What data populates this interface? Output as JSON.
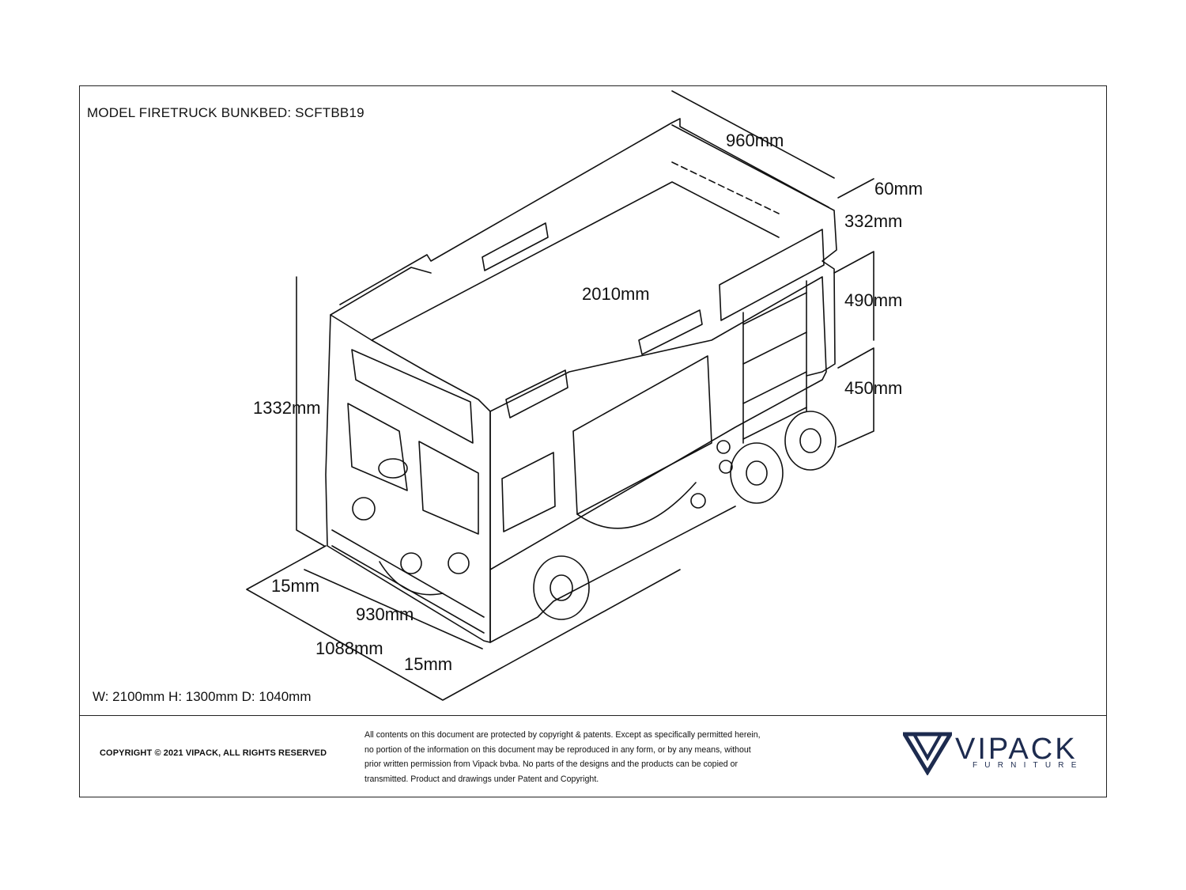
{
  "title": "MODEL FIRETRUCK BUNKBED: SCFTBB19",
  "dimensions": {
    "width_top": "960mm",
    "rail_thickness": "60mm",
    "rail_height": "332mm",
    "upper_bunk": "490mm",
    "lower_bunk": "450mm",
    "length": "2010mm",
    "total_height": "1332mm",
    "panel_left": "15mm",
    "inner_depth": "930mm",
    "total_depth": "1088mm",
    "panel_right": "15mm"
  },
  "summary": "W: 2100mm H: 1300mm D: 1040mm",
  "footer": {
    "copyright": "COPYRIGHT  © 2021 VIPACK, ALL RIGHTS RESERVED",
    "legal_lines": [
      "All contents on this document are protected by copyright & patents. Except as specifically permitted herein,",
      "no portion of the information on this document may be reproduced in any form, or by any means, without",
      "prior written permission from Vipack bvba. No parts of the designs and the products can be copied or",
      "transmitted. Product and drawings under Patent and Copyright."
    ]
  },
  "logo": {
    "word": "VIPACK",
    "sub": "FURNITURE",
    "color": "#1d2b4f"
  }
}
